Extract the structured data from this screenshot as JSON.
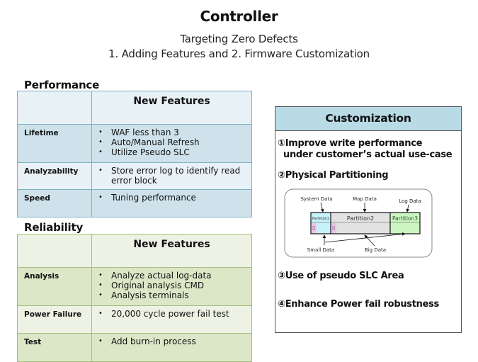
{
  "header": {
    "title": "Controller",
    "subtitle_line1": "Targeting Zero Defects",
    "subtitle_line2": "1. Adding Features and 2. Firmware Customization"
  },
  "performance": {
    "label": "Performance",
    "column_header": "New Features",
    "rows": [
      {
        "label": "Lifetime",
        "items": [
          "WAF less than 3",
          "Auto/Manual Refresh",
          "Utilize Pseudo SLC"
        ]
      },
      {
        "label": "Analyzability",
        "items": [
          "Store error log to identify read error block"
        ]
      },
      {
        "label": "Speed",
        "items": [
          "Tuning performance"
        ]
      }
    ]
  },
  "reliability": {
    "label": "Reliability",
    "column_header": "New Features",
    "rows": [
      {
        "label": "Analysis",
        "items": [
          "Analyze actual log-data",
          "Original analysis CMD",
          "Analysis terminals"
        ]
      },
      {
        "label": "Power Failure",
        "items": [
          "20,000 cycle power fail test"
        ]
      },
      {
        "label": "Test",
        "items": [
          "Add burn-in process"
        ]
      }
    ]
  },
  "bullet": "•",
  "customization": {
    "title": "Customization",
    "items": [
      {
        "num": "①",
        "text_line1": "Improve write performance",
        "text_line2": "under customer’s actual use-case"
      },
      {
        "num": "②",
        "text_line1": "Physical Partitioning"
      },
      {
        "num": "③",
        "text_line1": "Use of pseudo SLC Area"
      },
      {
        "num": "④",
        "text_line1": "Enhance Power fail robustness"
      }
    ],
    "diagram": {
      "top_labels": [
        "System Data",
        "Map Data",
        "Log Data"
      ],
      "partitions": [
        "Partition1",
        "Partition2",
        "Partition3"
      ],
      "small_tag": "ES",
      "bottom_labels": [
        "Small Data",
        "Big Data"
      ],
      "colors": {
        "p1": "#c6f2fa",
        "p2": "#e2e2e2",
        "p3": "#ccf5c2",
        "tag": "#e8c6e8"
      }
    }
  }
}
